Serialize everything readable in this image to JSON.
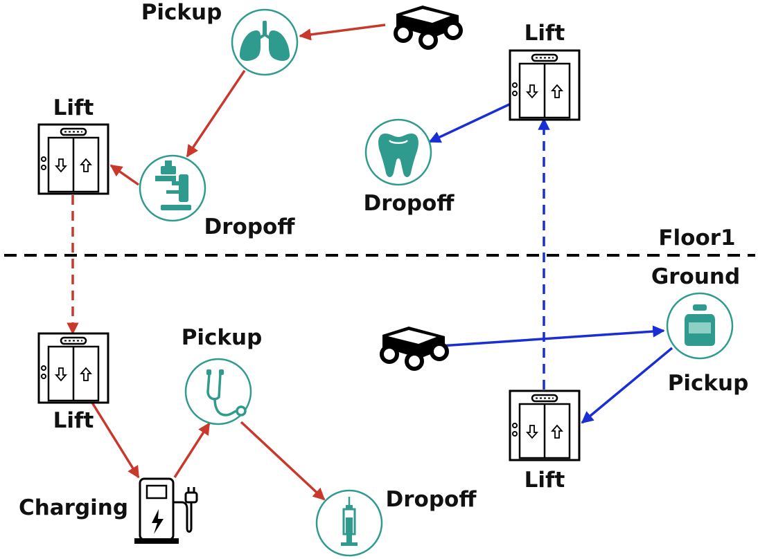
{
  "labels": {
    "pickup_lungs": "Pickup",
    "lift_top_left": "Lift",
    "dropoff_microscope": "Dropoff",
    "lift_top_right": "Lift",
    "dropoff_tooth": "Dropoff",
    "floor1": "Floor1",
    "ground": "Ground",
    "pickup_stethoscope": "Pickup",
    "lift_bottom_left": "Lift",
    "charging": "Charging",
    "dropoff_syringe": "Dropoff",
    "pickup_vial": "Pickup",
    "lift_bottom_right": "Lift"
  },
  "colors": {
    "route_floor1_to_ground": "#c8382b",
    "route_ground_to_floor1": "#1a2ed6",
    "icon_accent": "#2f9a8e",
    "outline": "#000000"
  },
  "icons": [
    "robot-cart-icon",
    "lungs-icon",
    "microscope-icon",
    "elevator-icon",
    "tooth-icon",
    "stethoscope-icon",
    "charging-station-icon",
    "syringe-icon",
    "vial-icon"
  ]
}
